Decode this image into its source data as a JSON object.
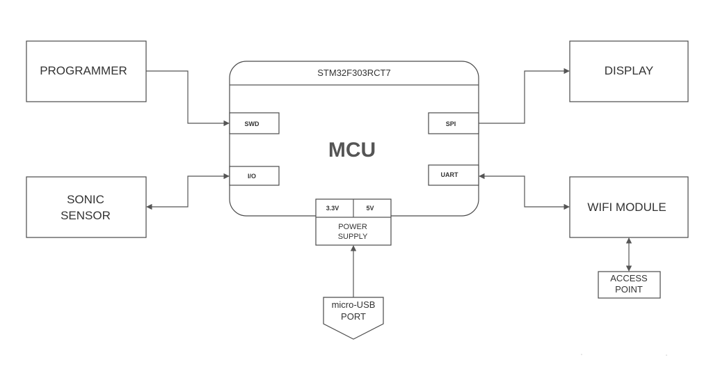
{
  "blocks": {
    "programmer": "PROGRAMMER",
    "display": "DISPLAY",
    "sonic_sensor": [
      "SONIC",
      "SENSOR"
    ],
    "wifi_module": "WIFI MODULE",
    "access_point": [
      "ACCESS",
      "POINT"
    ],
    "micro_usb": [
      "micro-USB",
      "PORT"
    ]
  },
  "mcu": {
    "chip": "STM32F303RCT7",
    "title": "MCU",
    "ports": {
      "swd": "SWD",
      "io": "I/O",
      "spi": "SPI",
      "uart": "UART"
    }
  },
  "power_supply": {
    "v33": "3.3V",
    "v5": "5V",
    "label": [
      "POWER",
      "SUPPLY"
    ]
  }
}
